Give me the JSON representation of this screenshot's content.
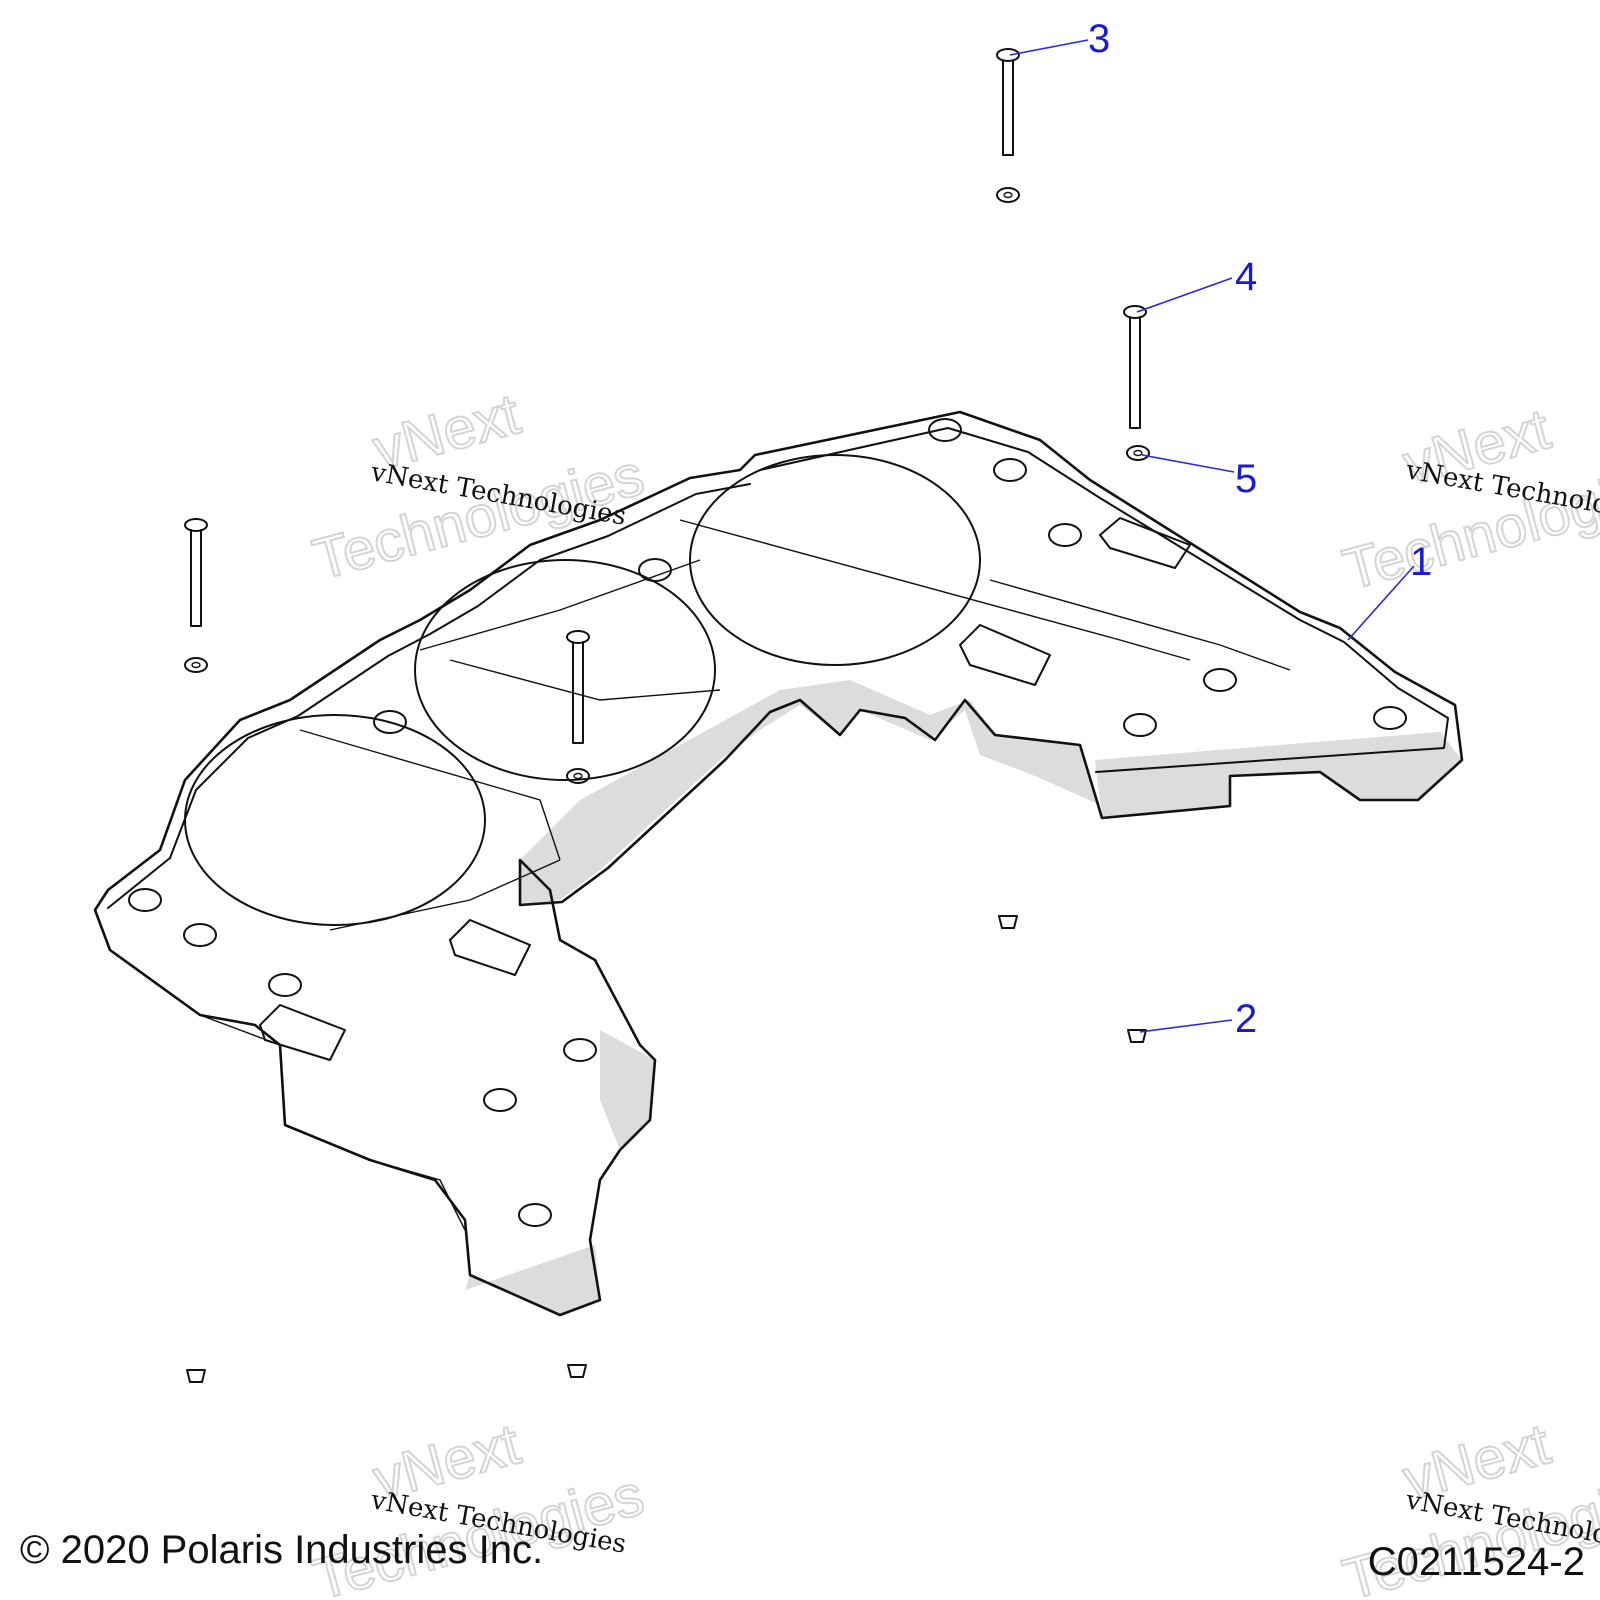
{
  "callouts": [
    {
      "id": "1",
      "text": "1"
    },
    {
      "id": "2",
      "text": "2"
    },
    {
      "id": "3",
      "text": "3"
    },
    {
      "id": "4",
      "text": "4"
    },
    {
      "id": "5",
      "text": "5"
    }
  ],
  "watermark": {
    "line_small": "vNext Technologies",
    "big_top": "vNext",
    "big_bottom": "Technologies"
  },
  "footer": {
    "copyright": "© 2020 Polaris Industries Inc.",
    "drawing_number": "C0211524-2"
  },
  "colors": {
    "callout": "#1a1ad6",
    "line": "#111111",
    "shade": "#dcdcdc"
  }
}
